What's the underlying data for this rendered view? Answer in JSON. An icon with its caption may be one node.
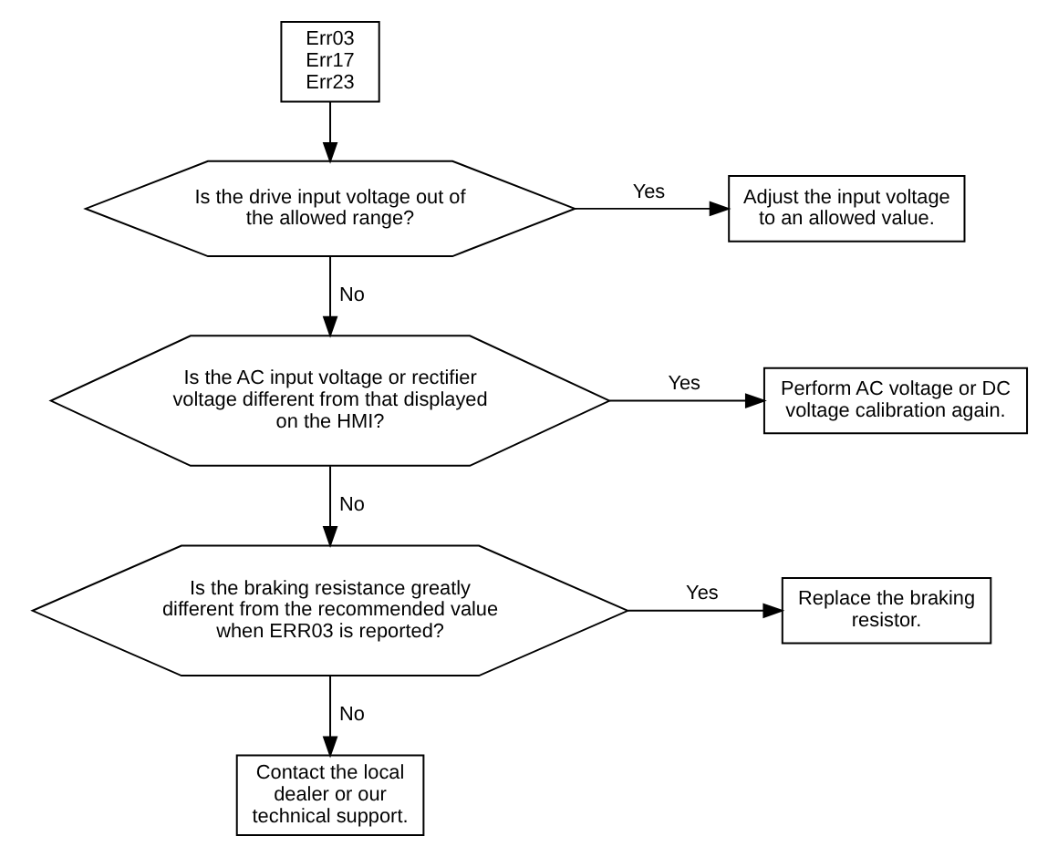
{
  "diagram": {
    "nodes": [
      {
        "text": [
          "Err03",
          "Err17",
          "Err23"
        ]
      },
      {
        "text": [
          "Is the drive input voltage out of the allowed range?"
        ]
      },
      {
        "text": [
          "Adjust the input voltage to an allowed value."
        ]
      },
      {
        "text": [
          "Is the AC input voltage or rectifier voltage different from that displayed on the HMI?"
        ]
      },
      {
        "text": [
          "Perform AC voltage or DC voltage calibration again."
        ]
      },
      {
        "text": [
          "Is the braking resistance greatly different from the recommended value when ERR03 is reported?"
        ]
      },
      {
        "text": [
          "Replace the braking resistor."
        ]
      },
      {
        "text": [
          "Contact the local dealer or our technical support."
        ]
      }
    ],
    "edges": [
      {
        "from": 0,
        "to": 1,
        "arrow": "to"
      },
      {
        "from": 1,
        "to": 2,
        "arrow": "to",
        "label": "Yes"
      },
      {
        "from": 1,
        "to": 3,
        "arrow": "to",
        "label": "No"
      },
      {
        "from": 3,
        "to": 4,
        "arrow": "to",
        "label": "Yes"
      },
      {
        "from": 3,
        "to": 5,
        "arrow": "to",
        "label": "No"
      },
      {
        "from": 5,
        "to": 6,
        "arrow": "to",
        "label": "Yes"
      },
      {
        "from": 5,
        "to": 7,
        "arrow": "to",
        "label": "No"
      }
    ]
  }
}
